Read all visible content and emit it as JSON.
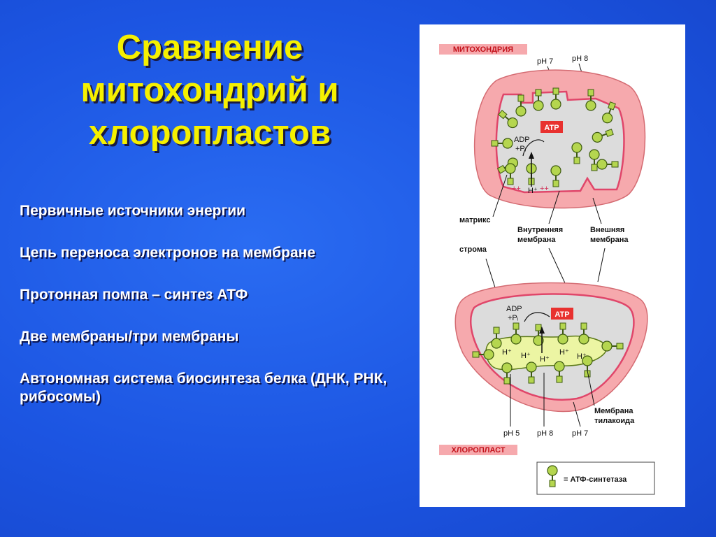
{
  "title": {
    "line1": "Сравнение",
    "line2": "митохондрий и",
    "line3": "хлоропластов"
  },
  "points": [
    "Первичные источники энергии",
    "Цепь переноса электронов на мембране",
    "Протонная помпа – синтез АТФ",
    "Две мембраны/три мембраны",
    "Автономная система биосинтеза белка (ДНК, РНК, рибосомы)"
  ],
  "diagram": {
    "mito_label": "МИТОХОНДРИЯ",
    "chloro_label": "ХЛОРОПЛАСТ",
    "mito_ph_left": "pH 7",
    "mito_ph_right": "pH 8",
    "atp": "ATP",
    "adp": "ADP",
    "pi": "+Pᵢ",
    "hplus": "H⁺",
    "plus_left": "++",
    "plus_right": "++",
    "matrix": "матрикс",
    "inner_membrane_1": "Внутренняя",
    "inner_membrane_2": "мембрана",
    "outer_membrane_1": "Внешняя",
    "outer_membrane_2": "мембрана",
    "stroma": "строма",
    "thylakoid_1": "Мембрана",
    "thylakoid_2": "тилакоида",
    "chloro_ph_1": "pH 5",
    "chloro_ph_2": "pH 8",
    "chloro_ph_3": "pH 7",
    "legend": "= АТФ-синтетаза"
  },
  "colors": {
    "background": "#1c55e2",
    "title": "#f5f000",
    "text": "#ffffff",
    "outer_membrane": "#f6a9ad",
    "inner_space": "#dcdcdc",
    "synthase": "#b5d64f",
    "atp_box": "#e8312f"
  }
}
